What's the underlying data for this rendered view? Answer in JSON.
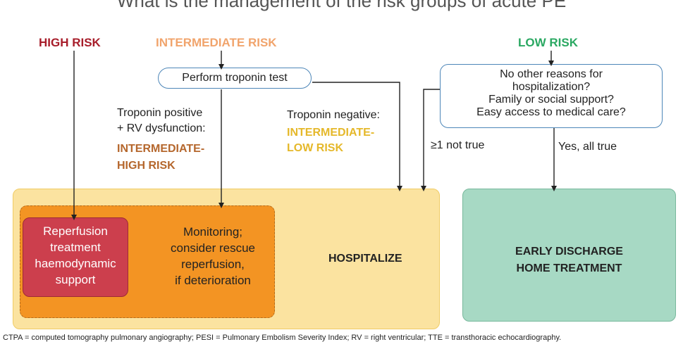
{
  "header": {
    "top_text": "What is the management of the risk groups of acute PE"
  },
  "risk_labels": {
    "high": "HIGH  RISK",
    "intermediate": "INTERMEDIATE RISK",
    "low": "LOW RISK"
  },
  "troponin_test": "Perform troponin test",
  "troponin_positive": {
    "line1": "Troponin positive",
    "line2": "+ RV dysfunction:",
    "risk_line1": "INTERMEDIATE-",
    "risk_line2": "HIGH RISK"
  },
  "troponin_negative": {
    "line1": "Troponin negative:",
    "risk_line1": "INTERMEDIATE-",
    "risk_line2": "LOW RISK"
  },
  "low_risk_box": {
    "line1": "No other reasons for",
    "line2": "hospitalization?",
    "line3": "Family or social support?",
    "line4": "Easy access to medical care?"
  },
  "branch_labels": {
    "not_true": "≥1 not true",
    "all_true": "Yes, all true"
  },
  "reperfusion": {
    "line1": "Reperfusion",
    "line2": "treatment",
    "line3": "haemodynamic",
    "line4": "support"
  },
  "monitoring": {
    "line1": "Monitoring;",
    "line2": "consider rescue",
    "line3": "reperfusion,",
    "line4": "if deterioration"
  },
  "hospitalize": "HOSPITALIZE",
  "discharge": {
    "line1": "EARLY DISCHARGE",
    "line2": "HOME TREATMENT"
  },
  "footnote": "CTPA = computed tomography pulmonary angiography; PESI = Pulmonary Embolism Severity Index; RV = right ventricular; TTE = transthoracic echocardiography.",
  "colors": {
    "high": "#a71d2a",
    "intermediate": "#f1a46c",
    "low": "#2aa862",
    "hospital_bg": "#fbe3a0",
    "monitor_bg": "#f39423",
    "reperfusion_bg": "#cc3f4d",
    "discharge_bg": "#a7d9c4"
  }
}
